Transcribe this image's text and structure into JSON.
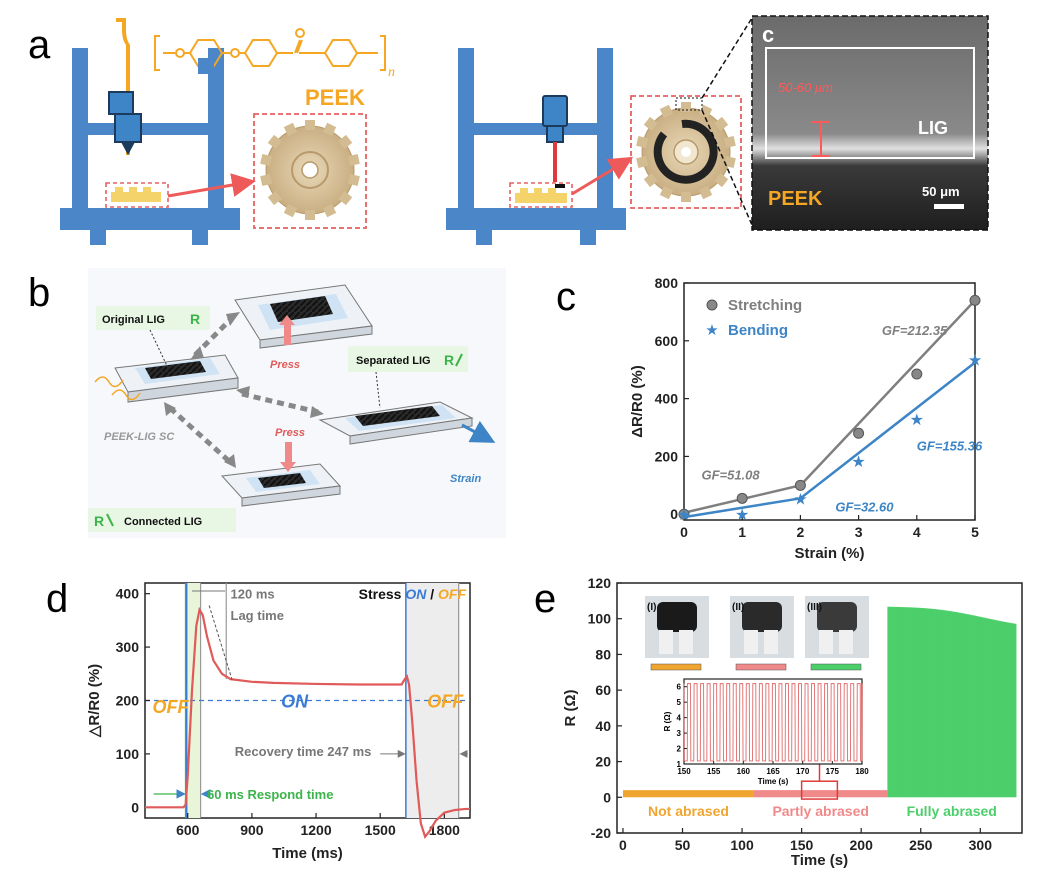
{
  "panels": {
    "a": {
      "label": "a",
      "molecule_n": "n",
      "material": "PEEK",
      "sem": {
        "label": "c",
        "thickness": "50-60 μm",
        "lig": "LIG",
        "peek": "PEEK",
        "scalebar": "50 μm"
      }
    },
    "b": {
      "label": "b",
      "original": "Original LIG",
      "original_symbol": "R",
      "separated": "Separated LIG",
      "separated_symbol": "R",
      "connected": "Connected LIG",
      "connected_symbol": "R",
      "press1": "Press",
      "press2": "Press",
      "strain": "Strain",
      "device": "PEEK-LIG SC"
    },
    "c": {
      "label": "c"
    },
    "d": {
      "label": "d"
    },
    "e": {
      "label": "e"
    }
  },
  "colors": {
    "frame_blue": "#4a86c8",
    "peek_orange": "#f5a623",
    "laser_red": "#d9363e",
    "stretch_gray": "#7f7f7f",
    "bend_blue": "#3d85c6",
    "curve_red": "#e05a5a",
    "abrade_orange": "#f0a530",
    "abrade_pink": "#f08a8a",
    "abrade_green": "#4ccf6a",
    "on_blue": "#3a7bd5",
    "off_orange": "#f5a623",
    "respond_green": "#3cb44b"
  },
  "chart_data": [
    {
      "id": "c",
      "type": "scatter",
      "xlabel": "Strain (%)",
      "ylabel": "ΔR/R0 (%)",
      "xlim": [
        0,
        5
      ],
      "ylim": [
        -20,
        800
      ],
      "xticks": [
        0,
        1,
        2,
        3,
        4,
        5
      ],
      "yticks": [
        0,
        200,
        400,
        600,
        800
      ],
      "legend": "top-left",
      "series": [
        {
          "name": "Stretching",
          "marker": "circle",
          "x": [
            0,
            1,
            2,
            3,
            4,
            5
          ],
          "y": [
            0,
            55,
            100,
            280,
            485,
            740
          ],
          "fit": [
            [
              0,
              5
            ],
            [
              2,
              100
            ],
            [
              5,
              740
            ]
          ]
        },
        {
          "name": "Bending",
          "marker": "star",
          "x": [
            0,
            1,
            2,
            3,
            4,
            5
          ],
          "y": [
            0,
            0,
            55,
            185,
            330,
            535
          ],
          "fit": [
            [
              0,
              -10
            ],
            [
              2,
              55
            ],
            [
              5,
              525
            ]
          ]
        }
      ],
      "annotations": [
        {
          "text": "GF=51.08",
          "x": 0.3,
          "y": 120,
          "color": "#7f7f7f"
        },
        {
          "text": "GF=212.35",
          "x": 3.4,
          "y": 620,
          "color": "#7f7f7f"
        },
        {
          "text": "GF=32.60",
          "x": 2.6,
          "y": 10,
          "color": "#3d85c6"
        },
        {
          "text": "GF=155.36",
          "x": 4.0,
          "y": 220,
          "color": "#3d85c6"
        }
      ]
    },
    {
      "id": "d",
      "type": "line",
      "xlabel": "Time (ms)",
      "ylabel": "△R/R0 (%)",
      "xlim": [
        400,
        1920
      ],
      "ylim": [
        -20,
        420
      ],
      "xticks": [
        600,
        900,
        1200,
        1500,
        1800
      ],
      "yticks": [
        0,
        100,
        200,
        300,
        400
      ],
      "series": [
        {
          "name": "",
          "x": [
            400,
            580,
            590,
            600,
            620,
            640,
            655,
            670,
            690,
            720,
            760,
            800,
            900,
            1000,
            1200,
            1400,
            1600,
            1615,
            1625,
            1635,
            1650,
            1670,
            1690,
            1710,
            1730,
            1760,
            1800,
            1850,
            1900,
            1920
          ],
          "y": [
            0,
            0,
            5,
            60,
            220,
            340,
            370,
            360,
            320,
            275,
            250,
            240,
            235,
            233,
            231,
            230,
            230,
            240,
            245,
            230,
            160,
            50,
            -30,
            -55,
            -45,
            -25,
            -10,
            -5,
            -3,
            -3
          ]
        }
      ],
      "legend_text": {
        "prefix": "Stress ",
        "on": "ON",
        "sep": " / ",
        "off": "OFF"
      },
      "labels": {
        "off_left": "OFF",
        "on_mid": "ON",
        "off_right": "OFF",
        "lag_value": "120 ms",
        "lag_label": "Lag time",
        "recovery": "Recovery time 247 ms",
        "respond": "60 ms  Respond time"
      }
    },
    {
      "id": "e",
      "type": "bar",
      "xlabel": "Time (s)",
      "ylabel": "R (Ω)",
      "xlim": [
        -5,
        335
      ],
      "ylim": [
        -20,
        120
      ],
      "xticks": [
        0,
        50,
        100,
        150,
        200,
        250,
        300
      ],
      "yticks": [
        -20,
        0,
        20,
        40,
        60,
        80,
        100,
        120
      ],
      "segments": [
        {
          "name": "Not abrased",
          "x_start": 0,
          "x_end": 110,
          "level": 4,
          "color": "#f0a530"
        },
        {
          "name": "Partly abrased",
          "x_start": 110,
          "x_end": 222,
          "level": 4,
          "color": "#f08a8a"
        },
        {
          "name": "Fully abrased",
          "x_start": 222,
          "x_end": 330,
          "level": 100,
          "color": "#4ccf6a"
        }
      ],
      "photo_labels": [
        "(I)",
        "(II)",
        "(III)"
      ],
      "inset": {
        "type": "line",
        "xlabel": "Time (s)",
        "ylabel": "R (Ω)",
        "xlim": [
          150,
          180
        ],
        "ylim": [
          1,
          6.5
        ],
        "xticks": [
          150,
          155,
          160,
          165,
          170,
          175,
          180
        ],
        "yticks": [
          1,
          2,
          3,
          4,
          5,
          6
        ],
        "low": 1.2,
        "high": 6.2,
        "period_s": 1.1
      }
    }
  ]
}
